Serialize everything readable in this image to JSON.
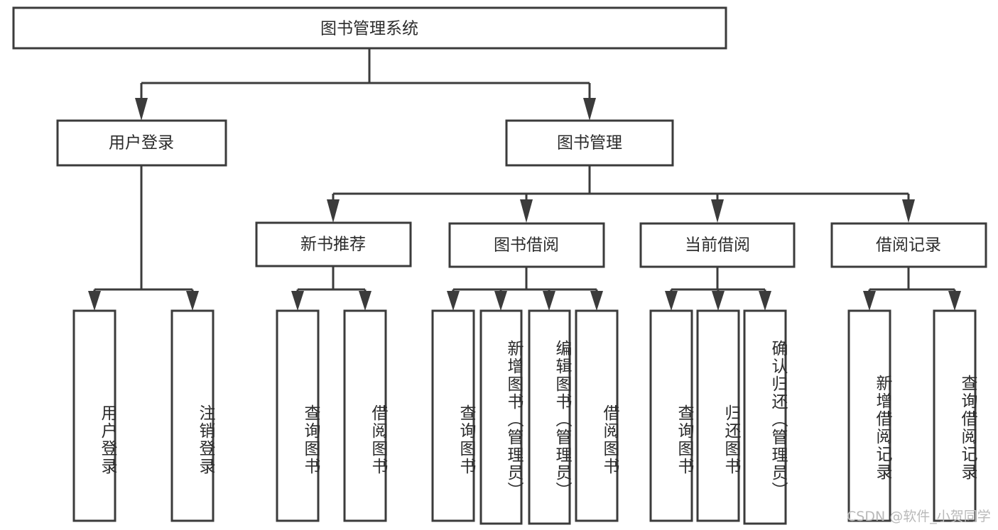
{
  "diagram": {
    "title": "图书管理系统",
    "type": "tree-hierarchy-diagram",
    "root": {
      "id": "root",
      "label": "图书管理系统"
    },
    "level1": [
      {
        "id": "user-login",
        "label": "用户登录"
      },
      {
        "id": "book-manage",
        "label": "图书管理"
      }
    ],
    "level2": [
      {
        "id": "new-book-recommend",
        "label": "新书推荐",
        "parent": "book-manage"
      },
      {
        "id": "book-borrow",
        "label": "图书借阅",
        "parent": "book-manage"
      },
      {
        "id": "current-borrow",
        "label": "当前借阅",
        "parent": "book-manage"
      },
      {
        "id": "borrow-record",
        "label": "借阅记录",
        "parent": "book-manage"
      }
    ],
    "leaves": {
      "user_login": [
        {
          "id": "leaf-user-login",
          "label": "用户登录"
        },
        {
          "id": "leaf-logout-login",
          "label": "注销登录"
        }
      ],
      "new_book_recommend": [
        {
          "id": "leaf-query-book-1",
          "label": "查询图书"
        },
        {
          "id": "leaf-borrow-book-1",
          "label": "借阅图书"
        }
      ],
      "book_borrow": [
        {
          "id": "leaf-query-book-2",
          "label": "查询图书"
        },
        {
          "id": "leaf-add-book",
          "label": "新增图书（管理员）"
        },
        {
          "id": "leaf-edit-book",
          "label": "编辑图书（管理员）"
        },
        {
          "id": "leaf-borrow-book-2",
          "label": "借阅图书"
        }
      ],
      "current_borrow": [
        {
          "id": "leaf-query-book-3",
          "label": "查询图书"
        },
        {
          "id": "leaf-return-book",
          "label": "归还图书"
        },
        {
          "id": "leaf-confirm-return",
          "label": "确认归还（管理员）"
        }
      ],
      "borrow_record": [
        {
          "id": "leaf-add-record",
          "label": "新增借阅记录"
        },
        {
          "id": "leaf-query-record",
          "label": "查询借阅记录"
        }
      ]
    }
  },
  "watermark": {
    "text": "CSDN @软件_小贺同学"
  },
  "colors": {
    "stroke": "#3b3b3b",
    "box_fill": "#ffffff",
    "text": "#2b2b2b",
    "watermark": "#b9b9b9",
    "background": "#ffffff"
  }
}
